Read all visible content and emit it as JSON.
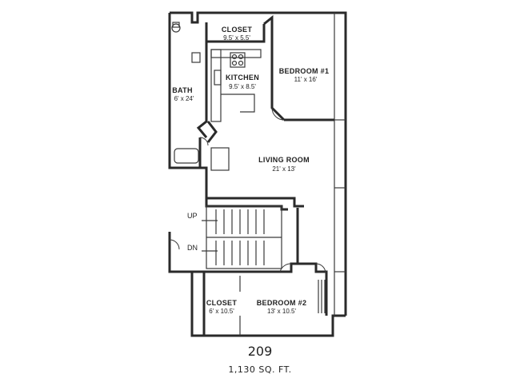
{
  "plan": {
    "rooms": [
      {
        "id": "closet-top",
        "name": "CLOSET",
        "dims": "9.5' x 5.5'"
      },
      {
        "id": "bedroom-1",
        "name": "BEDROOM #1",
        "dims": "11' x 16'"
      },
      {
        "id": "kitchen",
        "name": "KITCHEN",
        "dims": "9.5' x 8.5'"
      },
      {
        "id": "bath",
        "name": "BATH",
        "dims": "6' x 24'"
      },
      {
        "id": "living-room",
        "name": "LIVING ROOM",
        "dims": "21' x 13'"
      },
      {
        "id": "closet-bottom",
        "name": "CLOSET",
        "dims": "6' x 10.5'"
      },
      {
        "id": "bedroom-2",
        "name": "BEDROOM #2",
        "dims": "13' x 10.5'"
      }
    ],
    "stairs": {
      "up_label": "UP",
      "down_label": "DN"
    },
    "unit_number": "209",
    "area": "1,130 SQ. FT."
  }
}
